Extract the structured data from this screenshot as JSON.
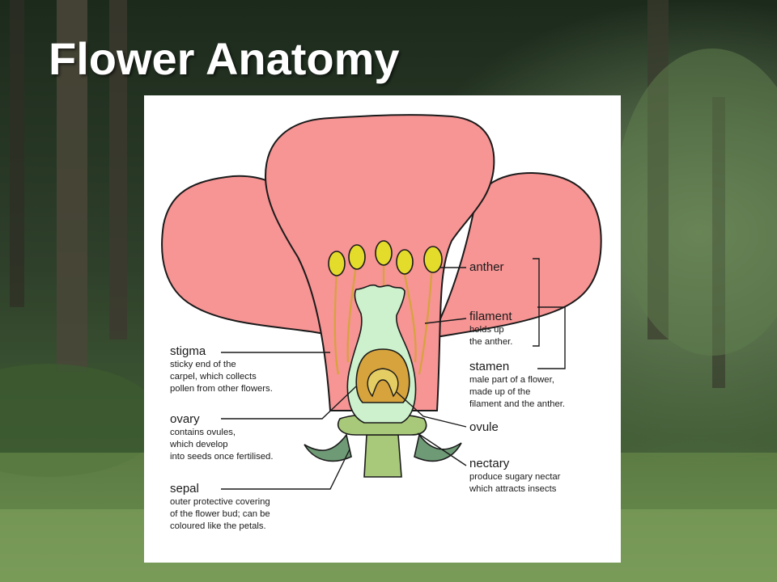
{
  "slide": {
    "title": "Flower Anatomy",
    "background": "forest photo"
  },
  "diagram": {
    "colors": {
      "petal": "#f79494",
      "pistil": "#ccf1cc",
      "ovary_ovule": "#d6a33c",
      "anther": "#e4dc2a",
      "receptacle": "#a9c97a",
      "sepal": "#6f9a76",
      "outline": "#1a1a1a"
    },
    "labels": {
      "anther": {
        "name": "anther"
      },
      "filament": {
        "name": "filament",
        "desc": [
          "holds up",
          "the anther."
        ]
      },
      "stamen": {
        "name": "stamen",
        "desc": [
          "male part of a flower,",
          "made up of the",
          "filament and the anther."
        ]
      },
      "ovule": {
        "name": "ovule"
      },
      "nectary": {
        "name": "nectary",
        "desc": [
          "produce sugary nectar",
          "which attracts insects"
        ]
      },
      "stigma": {
        "name": "stigma",
        "desc": [
          "sticky end of the",
          "carpel, which collects",
          "pollen from other flowers."
        ]
      },
      "ovary": {
        "name": "ovary",
        "desc": [
          "contains ovules,",
          "which develop",
          "into seeds once fertilised."
        ]
      },
      "sepal": {
        "name": "sepal",
        "desc": [
          "outer protective covering",
          "of the flower bud; can be",
          "coloured like the petals."
        ]
      }
    }
  }
}
